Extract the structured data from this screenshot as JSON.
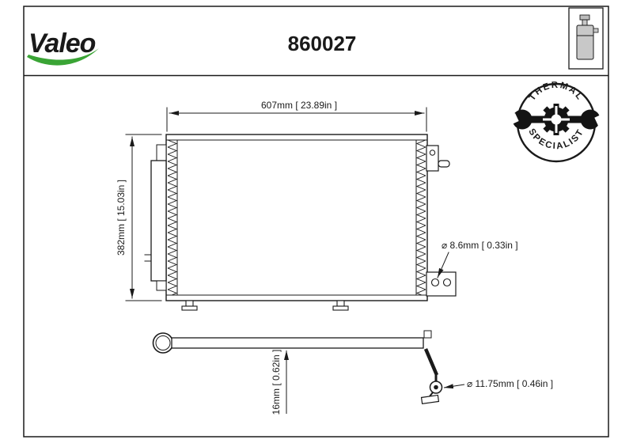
{
  "header": {
    "brand": "Valeo",
    "part_number": "860027"
  },
  "badge": {
    "top_text": "THERMAL",
    "bottom_text": "SPECIALIST"
  },
  "drawing": {
    "front_view": {
      "dim_width": "607mm [ 23.89in ]",
      "dim_height": "382mm [ 15.03in ]",
      "dim_fitting_diameter": "⌀ 8.6mm [ 0.33in ]"
    },
    "side_view": {
      "dim_depth": "16mm [ 0.62in ]",
      "dim_hole_diameter": "⌀ 11.75mm [ 0.46in ]"
    }
  },
  "icons": {
    "receiver_drier": "receiver-drier-icon",
    "wrench": "wrench-icon",
    "gear": "gear-icon"
  },
  "colors": {
    "brand_green": "#3aa435",
    "line": "#1a1a1a",
    "part_number": "#2e2e2e"
  }
}
